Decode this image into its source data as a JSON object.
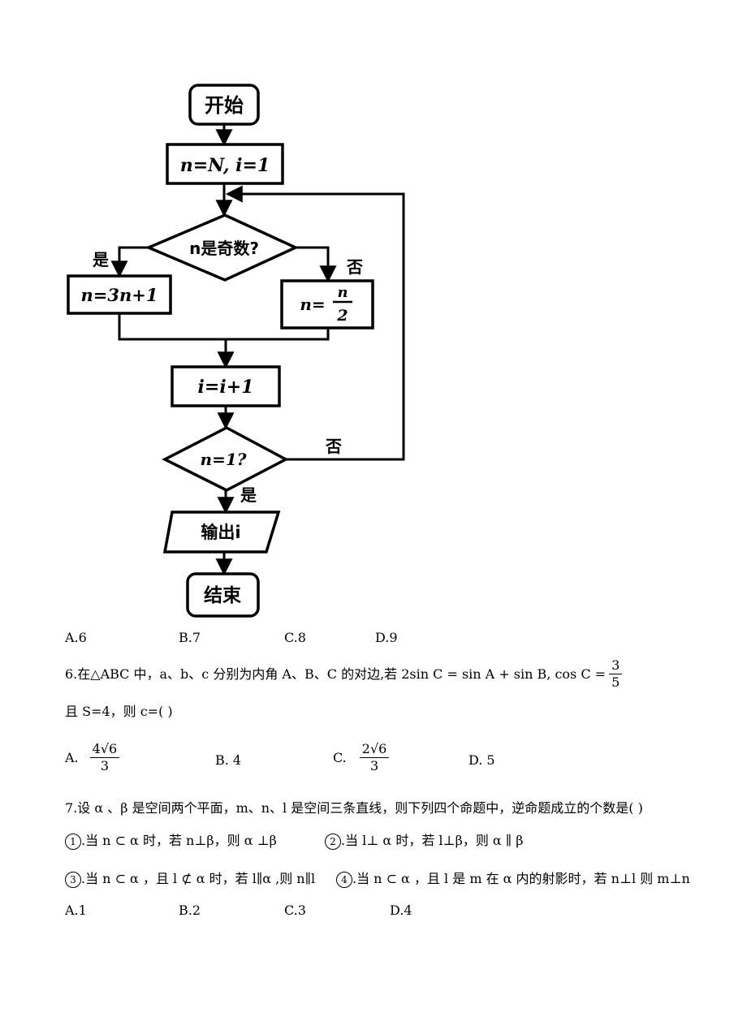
{
  "flowchart": {
    "start": "开始",
    "init": "n=N, i=1",
    "cond_odd": "n是奇数?",
    "yes": "是",
    "no": "否",
    "odd_step": "n=3n+1",
    "even_step_lhs": "n=",
    "even_step_num": "n",
    "even_step_den": "2",
    "inc": "i=i+1",
    "cond_one": "n=1?",
    "output": "输出i",
    "end": "结束"
  },
  "q5_options": [
    "A.6",
    "B.7",
    "C.8",
    "D.9"
  ],
  "q6": {
    "stem": "6.在△ABC 中，a、b、c 分别为内角 A、B、C 的对边,若 2sin C = sin A + sin B, cos C =",
    "frac_num": "3",
    "frac_den": "5",
    "line2": "且 S=4，则 c=(      )",
    "opt_a_label": "A.",
    "opt_a_num": "4√6",
    "opt_a_den": "3",
    "opt_b": "B.    4",
    "opt_c_label": "C.",
    "opt_c_num": "2√6",
    "opt_c_den": "3",
    "opt_d": "D.  5"
  },
  "q7": {
    "stem": "7.设 α 、β 是空间两个平面，m、n、l 是空间三条直线，则下列四个命题中，逆命题成立的个数是(      )",
    "p1_mark": "1",
    "p1": ".当 n ⊂ α 时，若 n⊥β，则 α ⊥β",
    "p2_mark": "2",
    "p2": ".当 l⊥ α 时，若 l⊥β，则 α ∥ β",
    "p3_mark": "3",
    "p3": ".当 n ⊂ α ，且 l ⊄ α 时，若 l∥α ,则 n∥l",
    "p4_mark": "4",
    "p4": ".当 n ⊂ α ，且 l 是 m 在 α 内的射影时，若 n⊥l 则 m⊥n",
    "options": [
      "A.1",
      "B.2",
      "C.3",
      "D.4"
    ]
  }
}
